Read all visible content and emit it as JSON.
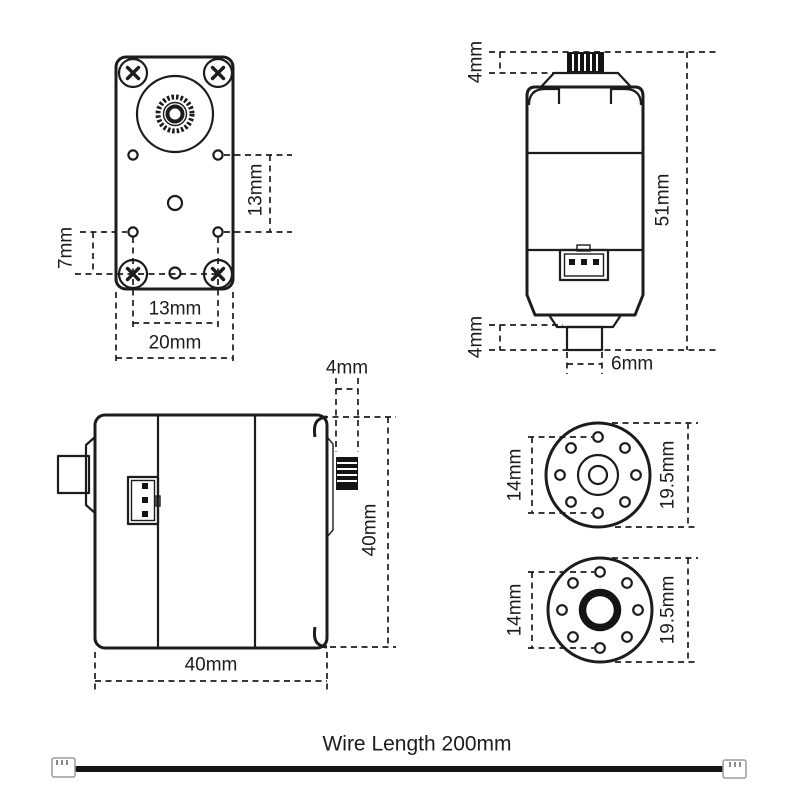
{
  "front_view": {
    "dim_vertical_left": "7mm",
    "dim_vertical_right": "13mm",
    "dim_bottom_inner": "13mm",
    "dim_bottom_outer": "20mm"
  },
  "side_view": {
    "dim_spline_height": "4mm",
    "dim_total_height": "51mm",
    "dim_bottom_boss_height": "4mm",
    "dim_bottom_boss_width": "6mm"
  },
  "top_view": {
    "dim_spline_width": "4mm",
    "dim_height": "40mm",
    "dim_width": "40mm"
  },
  "horn_disc": {
    "dim_hole_span": "14mm",
    "dim_outer_diameter": "19.5mm"
  },
  "horn_ring": {
    "dim_hole_span": "14mm",
    "dim_outer_diameter": "19.5mm"
  },
  "wire": {
    "label": "Wire Length 200mm"
  },
  "colors": {
    "line": "#1c1c1c",
    "background": "#ffffff"
  }
}
